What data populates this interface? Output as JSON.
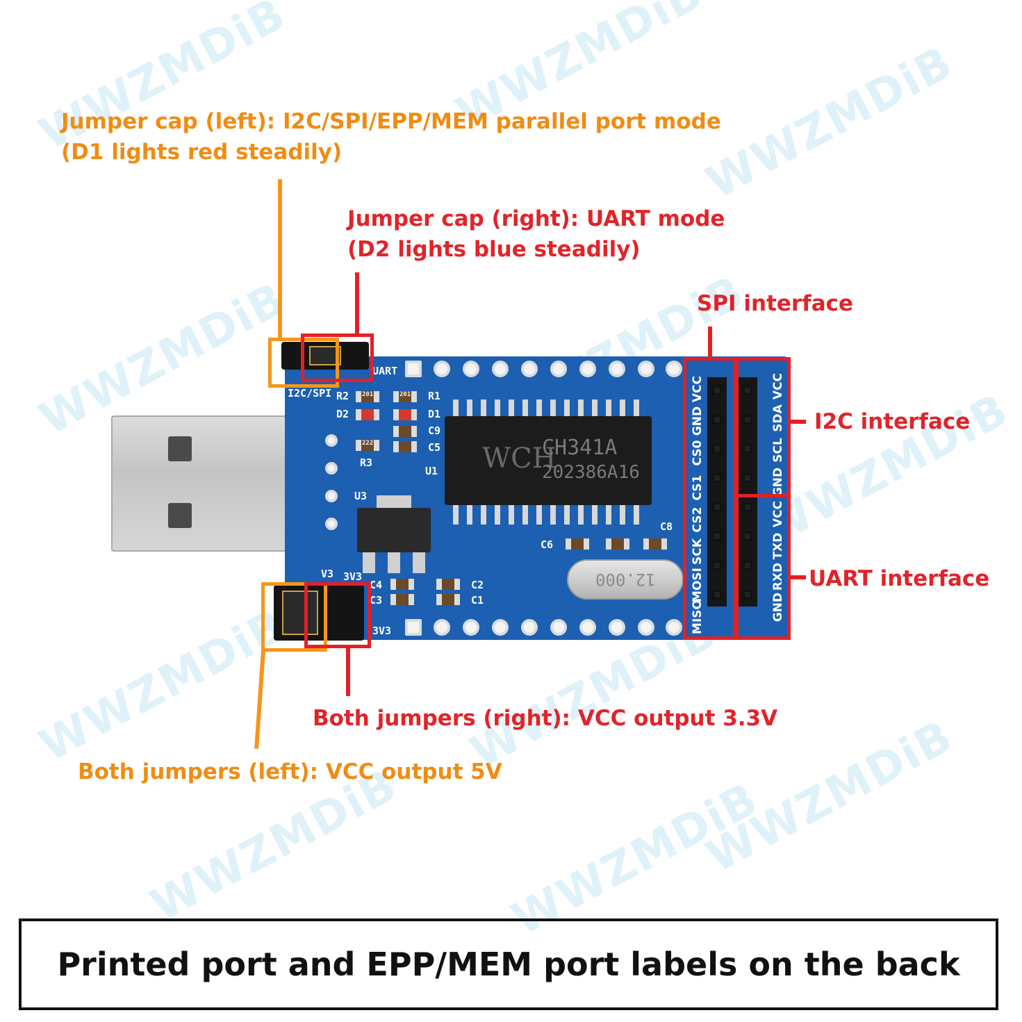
{
  "watermark": "WWZMDiB",
  "annotations": {
    "jumper_left_line1": "Jumper cap (left): I2C/SPI/EPP/MEM parallel port mode",
    "jumper_left_line2": "(D1 lights red steadily)",
    "jumper_right_line1": "Jumper cap (right): UART mode",
    "jumper_right_line2": "(D2 lights blue steadily)",
    "spi": "SPI interface",
    "i2c": "I2C interface",
    "uart": "UART interface",
    "both_right": "Both jumpers (right): VCC output 3.3V",
    "both_left": "Both jumpers (left): VCC output 5V"
  },
  "board": {
    "chip_maker": "WCH",
    "chip_name": "CH341A",
    "chip_code": "202386A16",
    "crystal": "12.000",
    "silk_uart": "UART",
    "silk_i2cspi": "I2C/SPI",
    "silk_r2": "R2",
    "silk_d2": "D2",
    "silk_r1": "R1",
    "silk_d1": "D1",
    "silk_c9": "C9",
    "silk_c5": "C5",
    "silk_r3": "R3",
    "silk_u1": "U1",
    "silk_u3": "U3",
    "silk_c6": "C6",
    "silk_c8": "C8",
    "silk_v3": "V3",
    "silk_3v3a": "3V3",
    "silk_c4": "C4",
    "silk_c3": "C3",
    "silk_c2": "C2",
    "silk_c1": "C1",
    "silk_3v3b": "3V3",
    "silk_201a": "201",
    "silk_201b": "201",
    "silk_222": "222",
    "left_header": [
      "MISO",
      "MOSI",
      "SCK",
      "CS2",
      "CS1",
      "CS0",
      "GND",
      "VCC"
    ],
    "right_header": [
      "GND",
      "RXD",
      "TXD",
      "VCC",
      "GND",
      "SCL",
      "SDA",
      "VCC"
    ]
  },
  "footer": "Printed port and EPP/MEM port labels on the back",
  "colors": {
    "orange": "#f08c12",
    "red": "#e0242a",
    "board_blue": "#1d5fb0"
  }
}
